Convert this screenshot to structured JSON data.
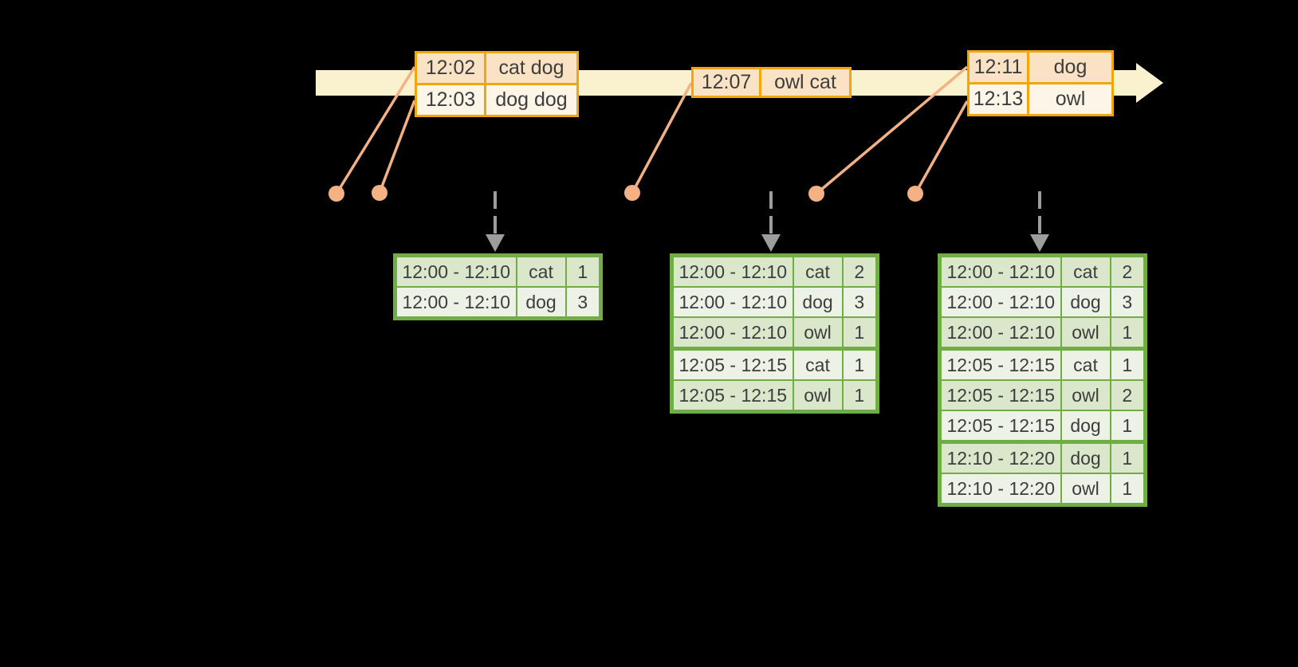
{
  "colors": {
    "background": "#000000",
    "timeline_fill": "#faf1cf",
    "event_border": "#f2a60a",
    "event_row_peach": "#fae3c5",
    "event_row_cream": "#fdf6e8",
    "connector_salmon": "#f4b183",
    "table_border_green": "#70ad47",
    "table_row_dark": "#dae7cb",
    "table_row_light": "#edf2e7",
    "trigger_arrow_gray": "#9d9d9d",
    "text": "#3d3d3d"
  },
  "timeline": {
    "event_groups": [
      {
        "rows": [
          {
            "time": "12:02",
            "words": "cat dog"
          },
          {
            "time": "12:03",
            "words": "dog dog"
          }
        ]
      },
      {
        "rows": [
          {
            "time": "12:07",
            "words": "owl cat"
          }
        ]
      },
      {
        "rows": [
          {
            "time": "12:11",
            "words": "dog"
          },
          {
            "time": "12:13",
            "words": "owl"
          }
        ]
      }
    ]
  },
  "result_tables": [
    {
      "rows": [
        {
          "window": "12:00 - 12:10",
          "word": "cat",
          "count": "1"
        },
        {
          "window": "12:00 - 12:10",
          "word": "dog",
          "count": "3"
        }
      ]
    },
    {
      "rows": [
        {
          "window": "12:00 - 12:10",
          "word": "cat",
          "count": "2"
        },
        {
          "window": "12:00 - 12:10",
          "word": "dog",
          "count": "3"
        },
        {
          "window": "12:00 - 12:10",
          "word": "owl",
          "count": "1"
        },
        {
          "window": "12:05 - 12:15",
          "word": "cat",
          "count": "1"
        },
        {
          "window": "12:05 - 12:15",
          "word": "owl",
          "count": "1"
        }
      ]
    },
    {
      "rows": [
        {
          "window": "12:00 - 12:10",
          "word": "cat",
          "count": "2"
        },
        {
          "window": "12:00 - 12:10",
          "word": "dog",
          "count": "3"
        },
        {
          "window": "12:00 - 12:10",
          "word": "owl",
          "count": "1"
        },
        {
          "window": "12:05 - 12:15",
          "word": "cat",
          "count": "1"
        },
        {
          "window": "12:05 - 12:15",
          "word": "owl",
          "count": "2"
        },
        {
          "window": "12:05 - 12:15",
          "word": "dog",
          "count": "1"
        },
        {
          "window": "12:10 - 12:20",
          "word": "dog",
          "count": "1"
        },
        {
          "window": "12:10 - 12:20",
          "word": "owl",
          "count": "1"
        }
      ]
    }
  ]
}
